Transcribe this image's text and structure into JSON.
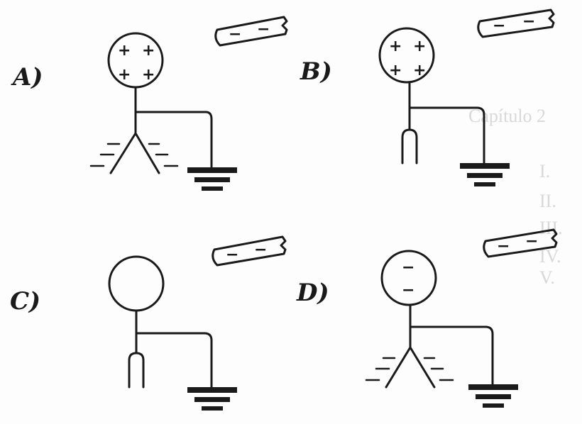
{
  "panels": [
    {
      "label": "A)",
      "sphere_charges": [
        "+",
        "+",
        "+",
        "+"
      ],
      "base": "leaves-spread"
    },
    {
      "label": "B)",
      "sphere_charges": [
        "+",
        "+",
        "+",
        "+"
      ],
      "base": "leaves-closed"
    },
    {
      "label": "C)",
      "sphere_charges": [],
      "base": "leaves-closed"
    },
    {
      "label": "D)",
      "sphere_charges": [
        "−",
        "−"
      ],
      "base": "leaves-spread"
    }
  ],
  "rod_charges": [
    "−",
    "−"
  ],
  "background_bleed": {
    "heading": "Capítulo 2",
    "lines": [
      "I.",
      "II.",
      "III.",
      "IV.",
      "V."
    ]
  },
  "colors": {
    "ink": "#1a1a1a",
    "paper": "#fdfdfd",
    "bleed": "#d8d8d8"
  }
}
